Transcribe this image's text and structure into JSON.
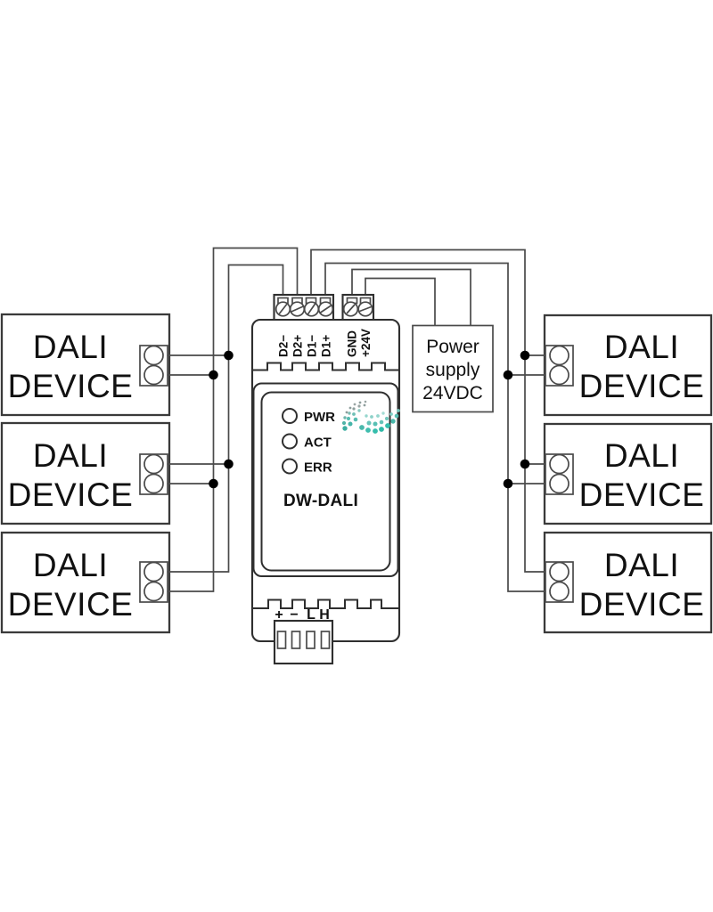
{
  "title": "DW-DALI wiring diagram",
  "colors": {
    "wire": "#4a4a4a",
    "ink": "#111111",
    "background": "#ffffff",
    "logo_teal": "#3ab5a8"
  },
  "module": {
    "name": "DW-DALI",
    "leds": [
      {
        "label": "PWR"
      },
      {
        "label": "ACT"
      },
      {
        "label": "ERR"
      }
    ],
    "dali_terminals": [
      {
        "label": "D2−"
      },
      {
        "label": "D2+"
      },
      {
        "label": "D1−"
      },
      {
        "label": "D1+"
      }
    ],
    "power_terminals": [
      {
        "label": "GND"
      },
      {
        "label": "+24V"
      }
    ],
    "bottom_terminals": [
      {
        "label": "+"
      },
      {
        "label": "−"
      },
      {
        "label": "L"
      },
      {
        "label": "H"
      }
    ]
  },
  "power_supply": {
    "line1": "Power",
    "line2": "supply",
    "line3": "24VDC"
  },
  "devices": {
    "left": [
      {
        "line1": "DALI",
        "line2": "DEVICE"
      },
      {
        "line1": "DALI",
        "line2": "DEVICE"
      },
      {
        "line1": "DALI",
        "line2": "DEVICE"
      }
    ],
    "right": [
      {
        "line1": "DALI",
        "line2": "DEVICE"
      },
      {
        "line1": "DALI",
        "line2": "DEVICE"
      },
      {
        "line1": "DALI",
        "line2": "DEVICE"
      }
    ]
  }
}
